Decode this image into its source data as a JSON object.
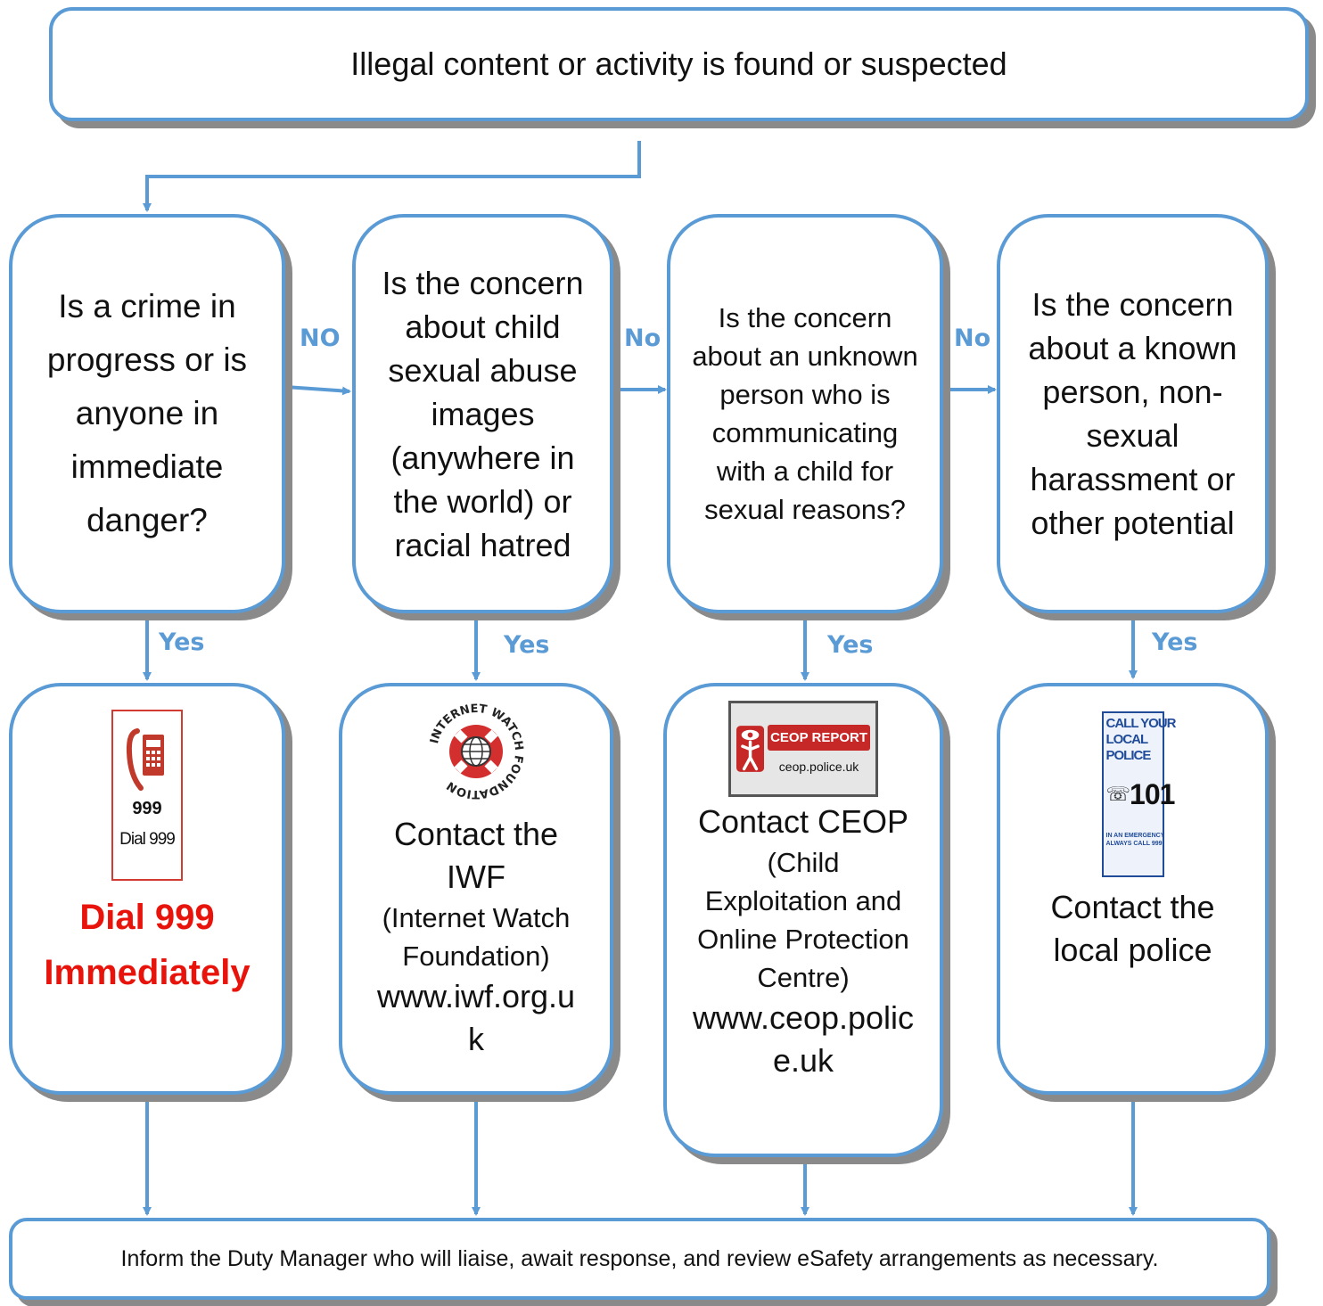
{
  "title": "Illegal content or activity is found or suspected",
  "questions": [
    {
      "text": "Is a crime in progress or is anyone in immediate danger?"
    },
    {
      "text": "Is the concern about child sexual abuse images (anywhere in the world) or racial hatred"
    },
    {
      "text": "Is the concern about an unknown person who is communicating with a child for sexual reasons?"
    },
    {
      "text": "Is the concern about a known person, non-sexual harassment or other potential"
    }
  ],
  "labels": {
    "no1": "NO",
    "no2": "No",
    "no3": "No",
    "yes": "Yes"
  },
  "actions": {
    "dial": {
      "logo_num": "999",
      "logo_text": "Dial 999",
      "line1": "Dial 999",
      "line2": "Immediately"
    },
    "iwf": {
      "logo_ring": "INTERNET WATCH FOUNDATION",
      "line1": "Contact the IWF",
      "line2": "(Internet Watch Foundation)",
      "line3": "www.iwf.org.uk"
    },
    "ceop": {
      "logo_title": "CEOP REPORT",
      "logo_url": "ceop.police.uk",
      "line1": "Contact CEOP",
      "line2": "(Child Exploitation and Online Protection Centre)",
      "line3": "www.ceop.police.uk"
    },
    "police": {
      "logo_l1": "CALL YOUR",
      "logo_l2": "LOCAL",
      "logo_l3": "POLICE",
      "logo_num": "101",
      "logo_s1": "IN AN EMERGENCY",
      "logo_s2": "ALWAYS CALL 999",
      "line1": "Contact the local police"
    }
  },
  "footer": "Inform the Duty Manager who will liaise, await response, and review eSafety arrangements as necessary.",
  "colors": {
    "accent": "#5b9bd5",
    "red": "#e8140c",
    "shadow": "#8a8a8a"
  }
}
